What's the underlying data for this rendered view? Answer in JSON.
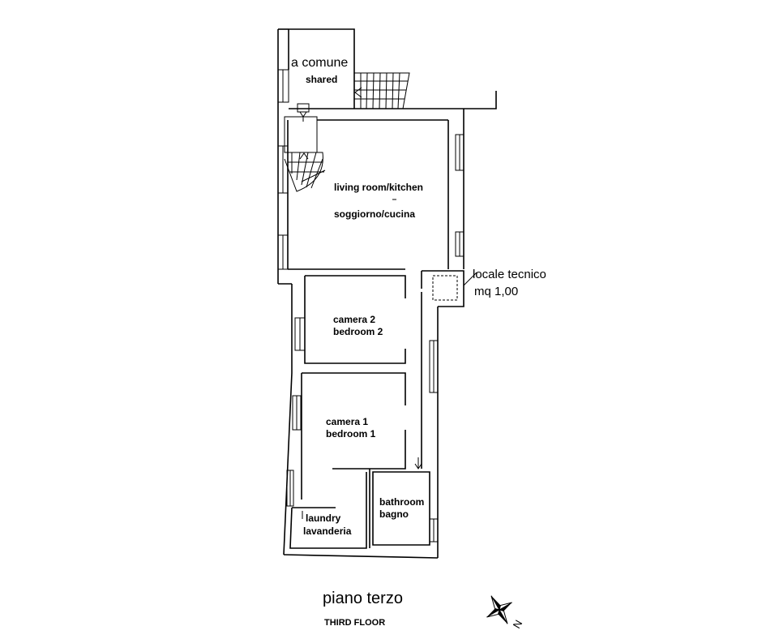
{
  "rooms": {
    "shared_it": "a comune",
    "shared_en": "shared",
    "living_en": "living room/kitchen",
    "living_it": "soggiorno/cucina",
    "technical_it": "locale tecnico",
    "technical_area": "mq 1,00",
    "bed2_it": "camera 2",
    "bed2_en": "bedroom 2",
    "bed1_it": "camera 1",
    "bed1_en": "bedroom 1",
    "bath_en": "bathroom",
    "bath_it": "bagno",
    "laundry_en": "laundry",
    "laundry_it": "lavanderia"
  },
  "floor": {
    "title_it": "piano terzo",
    "title_en": "THIRD FLOOR"
  },
  "compass": {
    "north_label": "N",
    "icon": "compass-rose-icon"
  },
  "colors": {
    "ink": "#000000",
    "paper": "#ffffff"
  }
}
